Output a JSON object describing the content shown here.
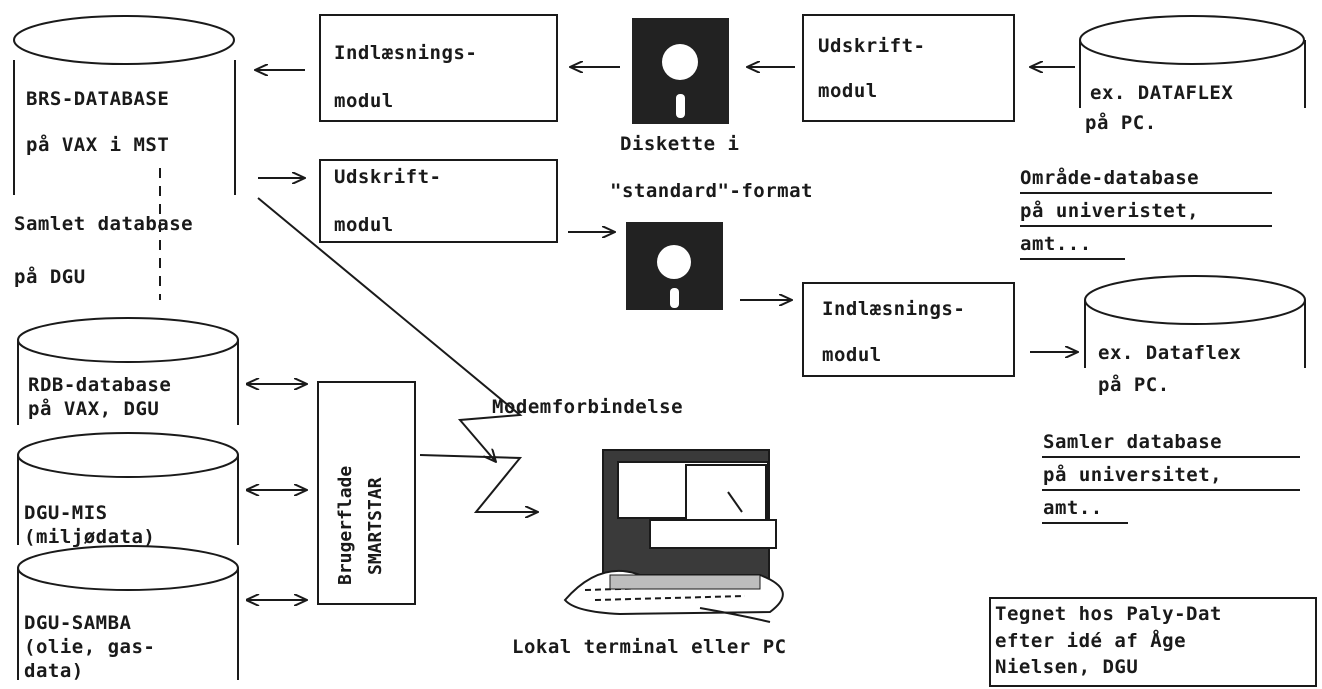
{
  "brs": {
    "line1": "BRS-DATABASE",
    "line2": "på VAX i MST"
  },
  "dgu_label": {
    "line1": "Samlet database",
    "line2": "på DGU"
  },
  "indl_top": {
    "line1": "Indlæsnings-",
    "line2": "modul"
  },
  "udskr_top": {
    "line1": "Udskrift-",
    "line2": "modul"
  },
  "udskr_mid": {
    "line1": "Udskrift-",
    "line2": "modul"
  },
  "indl_bottom": {
    "line1": "Indlæsnings-",
    "line2": "modul"
  },
  "dataflex_top": {
    "line1": "ex. DATAFLEX",
    "line2": "på PC."
  },
  "dataflex_bottom": {
    "line1": "ex. Dataflex",
    "line2": "på PC."
  },
  "diskette": {
    "line1": "Diskette i",
    "line2": "\"standard\"-format"
  },
  "omraade": {
    "line1": "Område-database",
    "line2": "på univeristet,",
    "line3": "amt..."
  },
  "samler": {
    "line1": "Samler database",
    "line2": "på universitet,",
    "line3": "amt.."
  },
  "rdb": {
    "line1": "RDB-database",
    "line2": "på VAX, DGU"
  },
  "mis": {
    "line1": "DGU-MIS",
    "line2": "(miljødata)"
  },
  "samba": {
    "line1": "DGU-SAMBA",
    "line2": "(olie, gas-",
    "line3": "data)"
  },
  "brugerflade": {
    "line1": "Brugerflade",
    "line2": "SMARTSTAR"
  },
  "modem": "Modemforbindelse",
  "terminal": "Lokal terminal eller PC",
  "credit": {
    "line1": "Tegnet hos Paly-Dat",
    "line2": "efter idé af Åge",
    "line3": "Nielsen, DGU"
  }
}
